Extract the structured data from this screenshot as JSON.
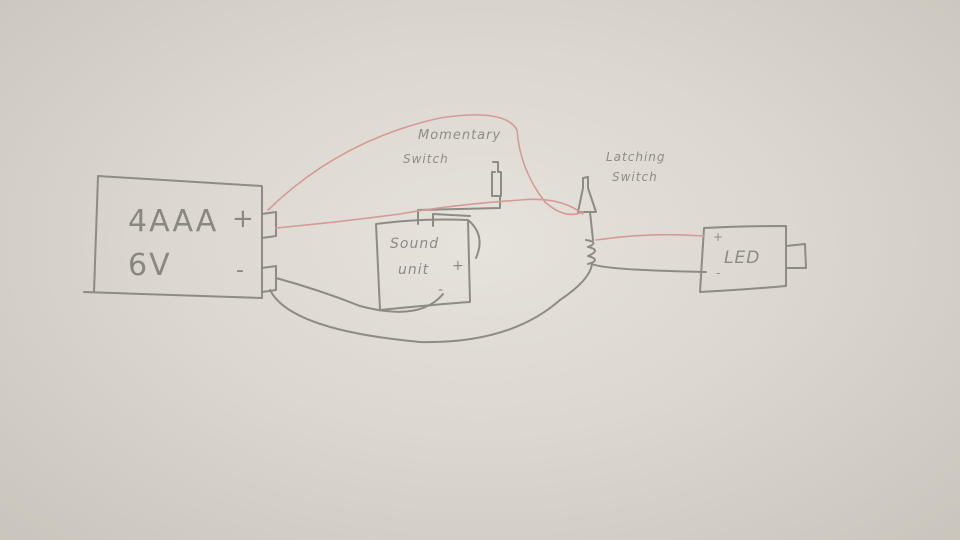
{
  "diagram": {
    "type": "hand-drawn circuit wiring sketch",
    "colors": {
      "paper": "#dcd8d0",
      "pencil": "#8e8b85",
      "red_wire": "#d49a98"
    },
    "components": {
      "battery": {
        "label_line1": "4AAA",
        "label_line2": "6V",
        "plus": "+",
        "minus": "-"
      },
      "momentary_switch": {
        "label_line1": "Momentary",
        "label_line2": "Switch"
      },
      "latching_switch": {
        "label_line1": "Latching",
        "label_line2": "Switch"
      },
      "sound_unit": {
        "label_line1": "Sound",
        "label_line2": "unit",
        "plus": "+",
        "minus": "-"
      },
      "led": {
        "label": "LED",
        "plus": "+",
        "minus": "-"
      }
    },
    "connections": [
      {
        "from": "battery +",
        "to": "latching switch",
        "wire": "red"
      },
      {
        "from": "battery +",
        "to": "momentary switch",
        "wire": "red"
      },
      {
        "from": "momentary switch",
        "to": "sound unit",
        "wire": "pencil"
      },
      {
        "from": "latching switch",
        "to": "LED +",
        "wire": "red"
      },
      {
        "from": "battery -",
        "to": "sound unit -",
        "wire": "pencil"
      },
      {
        "from": "battery -",
        "to": "LED -",
        "wire": "pencil"
      }
    ]
  }
}
